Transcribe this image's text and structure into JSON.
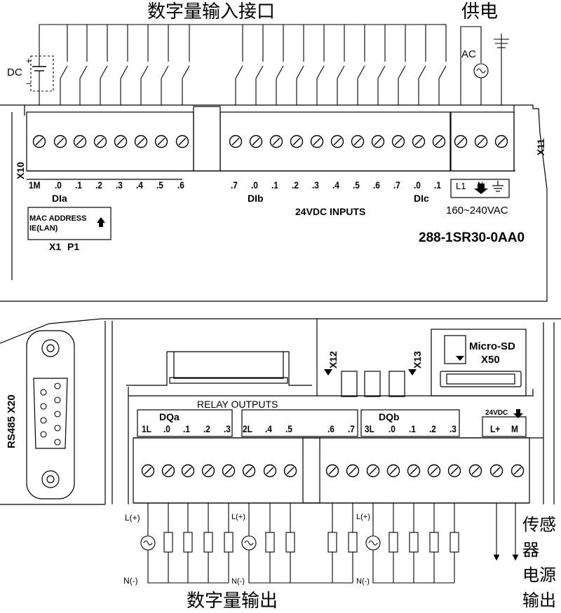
{
  "top": {
    "title_inputs": "数字量输入接口",
    "title_power": "供电",
    "dc_label": "DC",
    "dc_plus": "+",
    "dc_minus": "−",
    "ac_label": "AC",
    "port_x10": "X10",
    "port_x11": "X11",
    "input_pins": [
      "1M",
      ".0",
      ".1",
      ".2",
      ".3",
      ".4",
      ".5",
      ".6",
      ".7",
      ".0",
      ".1",
      ".2",
      ".3",
      ".4",
      ".5",
      ".6",
      ".7",
      ".0",
      ".1"
    ],
    "group_dia": "DIa",
    "group_dib": "DIb",
    "group_dic": "DIc",
    "inputs_caption": "24VDC INPUTS",
    "power_pins": [
      "L1",
      "N"
    ],
    "power_range": "160~240VAC",
    "mac_label": "MAC ADDRESS",
    "ie_label": "IE(LAN)",
    "x1_label": "X1",
    "p1_label": "P1",
    "model": "288-1SR30-0AA0"
  },
  "bottom": {
    "rs485_label": "RS485 X20",
    "port_x12": "X12",
    "port_x13": "X13",
    "microsd_label": "Micro-SD",
    "x50_label": "X50",
    "relay_caption": "RELAY OUTPUTS",
    "group_dqa": "DQa",
    "group_dqb": "DQb",
    "sensor_caption": "24VDC",
    "output_pins": [
      "1L",
      ".0",
      ".1",
      ".2",
      ".3",
      "2L",
      ".4",
      ".5",
      ".6",
      ".7",
      "3L",
      ".0",
      ".1",
      ".2",
      ".3",
      "L+",
      "M"
    ],
    "l_plus_labels": [
      "L(+)",
      "L(+)",
      "L(+)"
    ],
    "n_minus_labels": [
      "N(-)",
      "N(-)",
      "N(-)"
    ],
    "title_outputs": "数字量输出",
    "sensor_power_title": [
      "传感",
      "器",
      "电源",
      "输出"
    ]
  }
}
